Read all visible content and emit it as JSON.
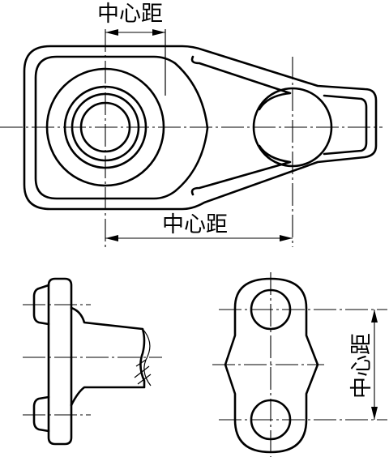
{
  "labels": {
    "top_center_distance": "中心距",
    "bottom_center_distance": "中心距",
    "right_center_distance": "中心距"
  }
}
